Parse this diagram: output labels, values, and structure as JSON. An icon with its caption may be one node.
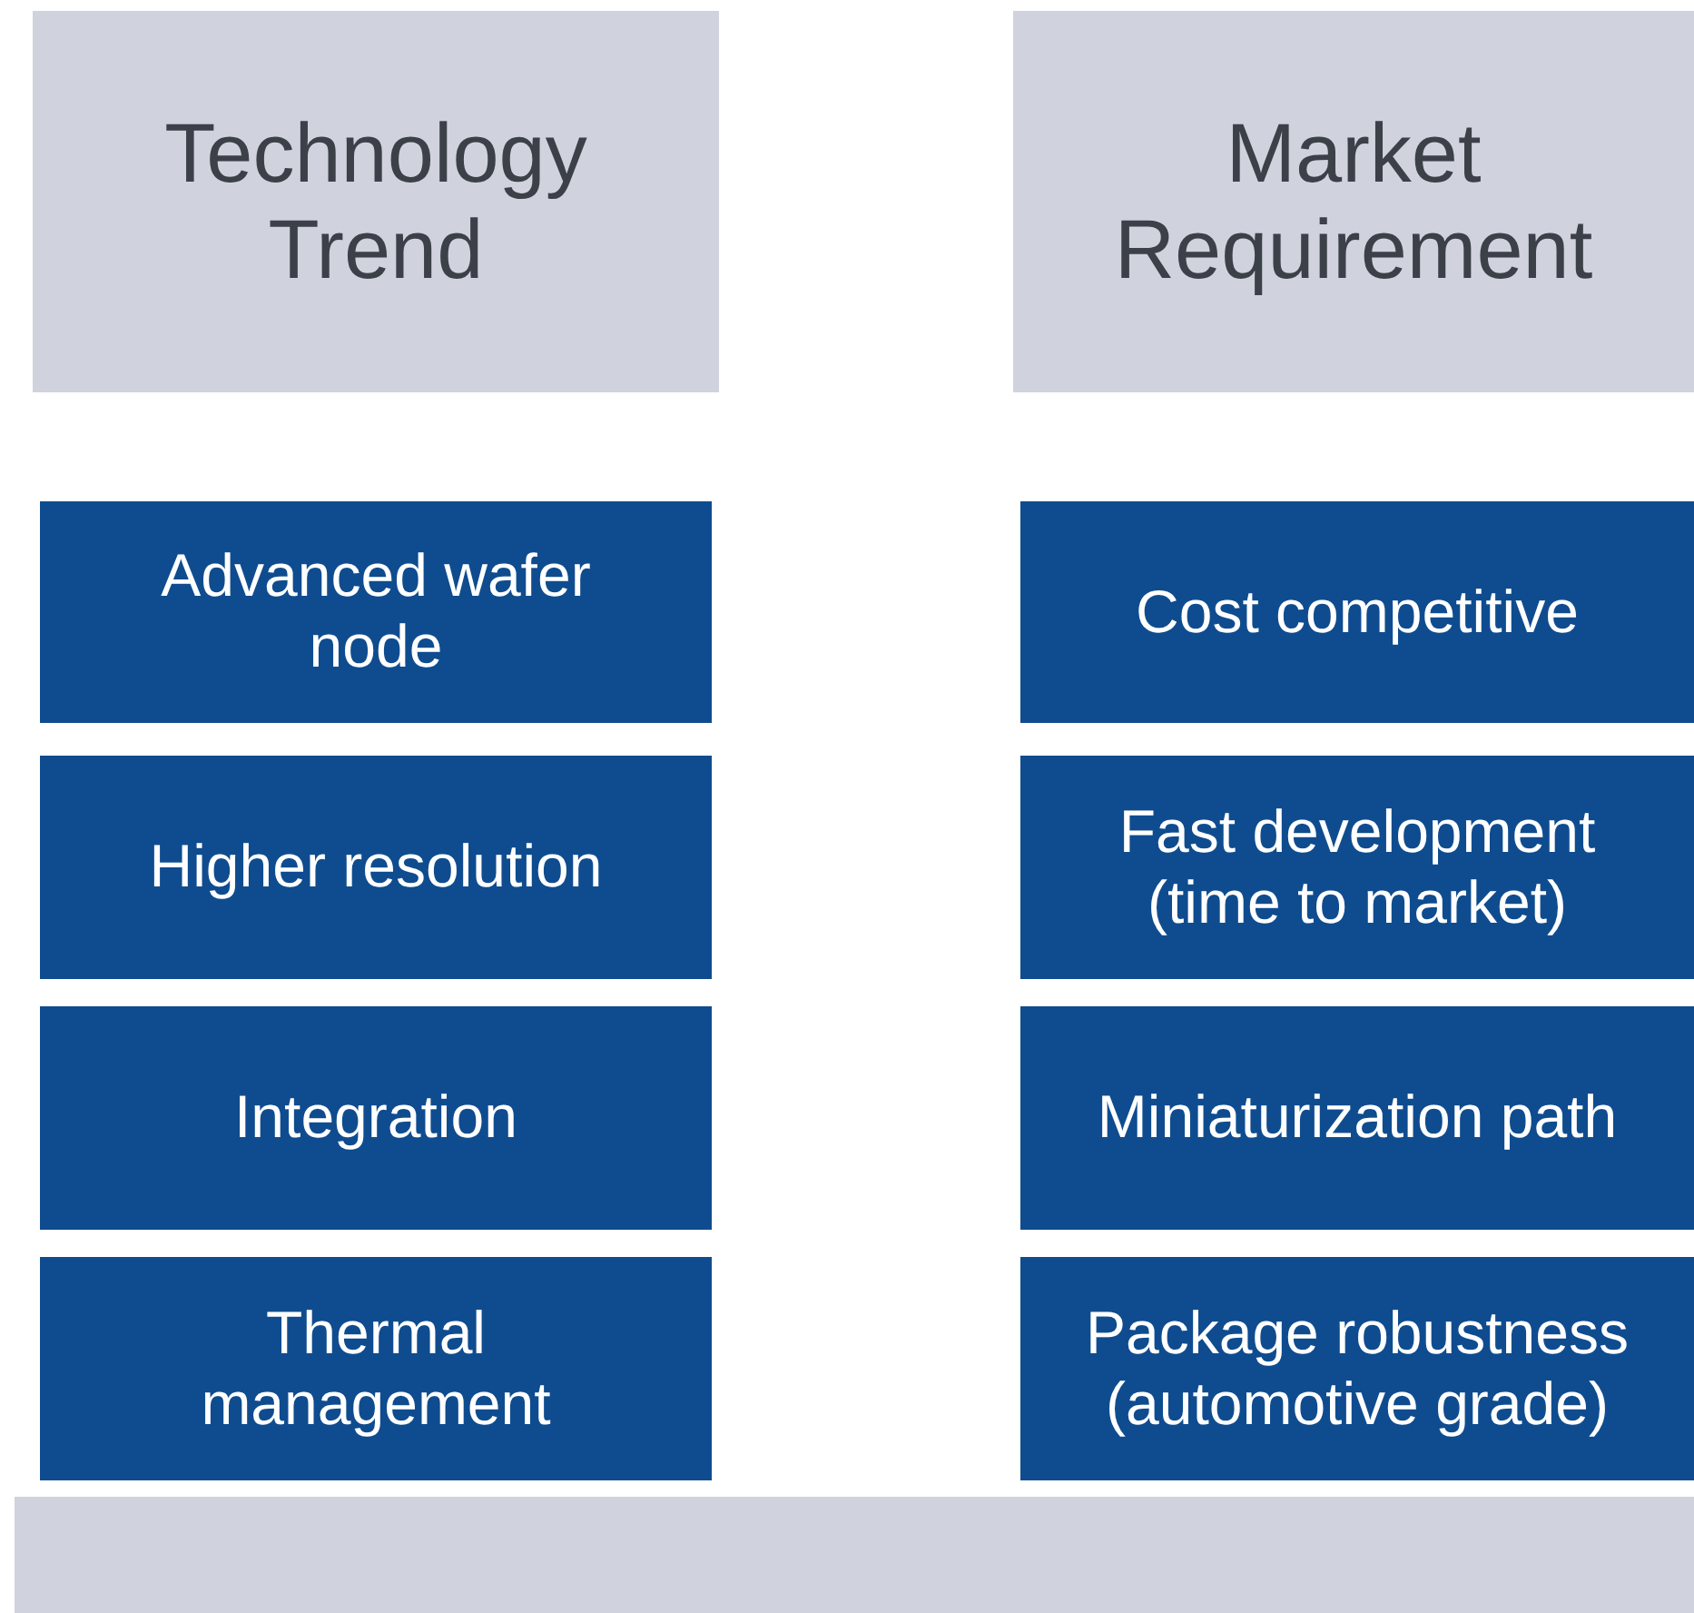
{
  "diagram": {
    "nodes": [
      {
        "text": [
          "Technology Trend"
        ]
      },
      {
        "text": [
          "Market Requirement"
        ]
      },
      {
        "text": [
          "Advanced wafer node"
        ]
      },
      {
        "text": [
          "Cost competitive"
        ]
      },
      {
        "text": [
          "Higher resolution"
        ]
      },
      {
        "text": [
          "Fast development (time to market)"
        ]
      },
      {
        "text": [
          "Integration"
        ]
      },
      {
        "text": [
          "Miniaturization path"
        ]
      },
      {
        "text": [
          "Thermal management"
        ]
      },
      {
        "text": [
          "Package robustness (automotive grade)"
        ]
      },
      {
        "text": [],
        "shape": "bar"
      }
    ],
    "edges": []
  }
}
